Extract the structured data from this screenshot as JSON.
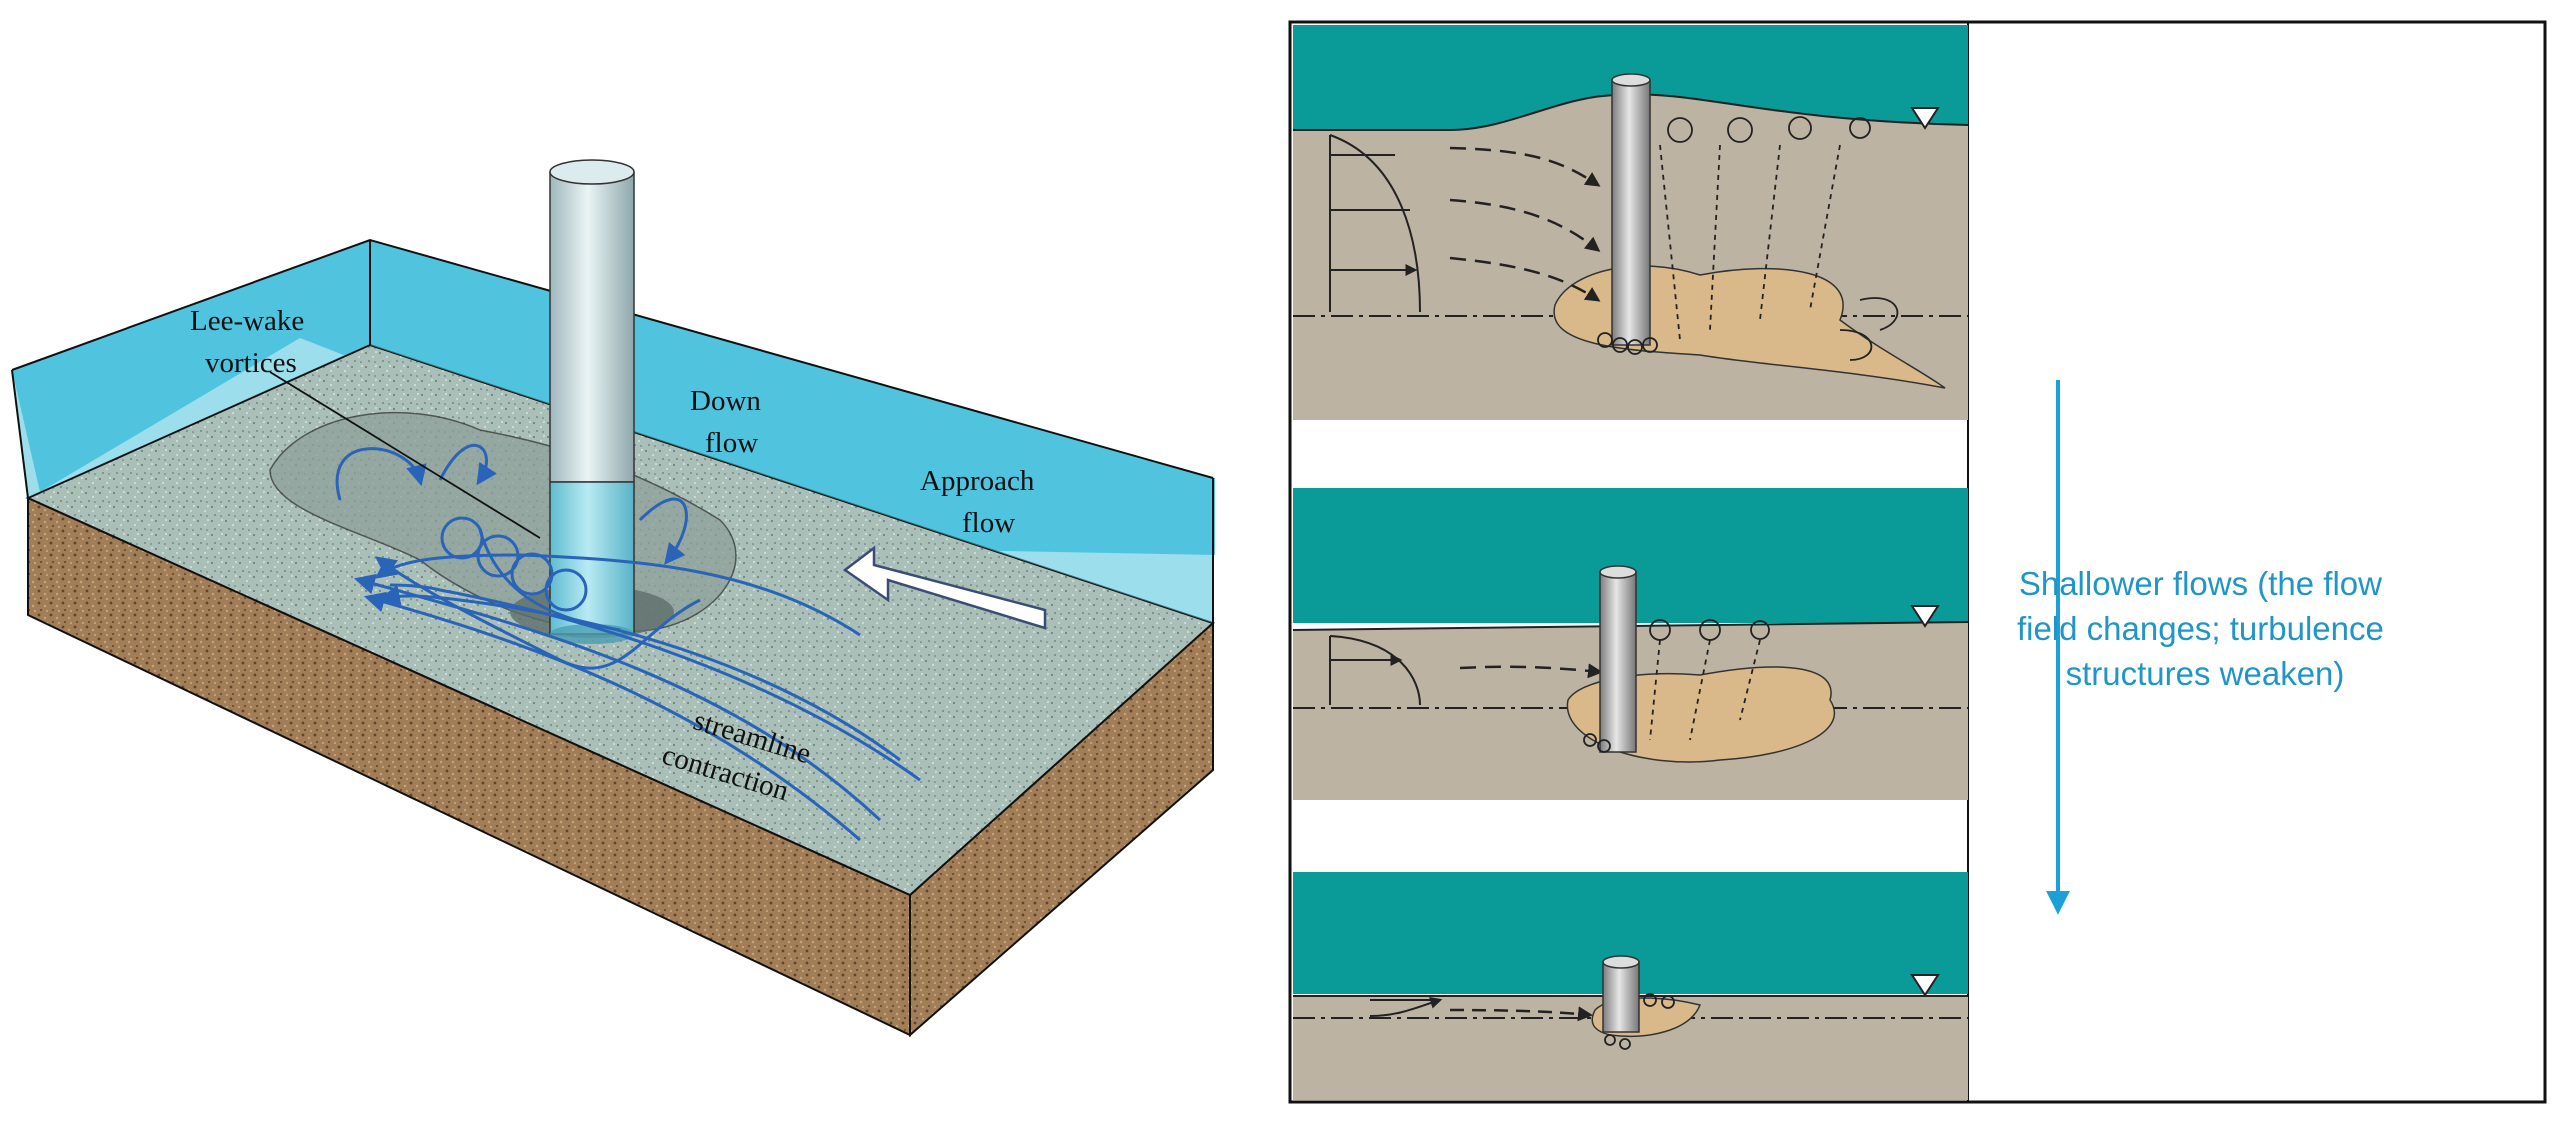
{
  "left_figure": {
    "labels": {
      "lee_wake_1": "Lee-wake",
      "lee_wake_2": "vortices",
      "down_flow_1": "Down",
      "down_flow_2": "flow",
      "approach_flow_1": "Approach",
      "approach_flow_2": "flow",
      "streamline_1": "streamline",
      "streamline_2": "contraction"
    },
    "colors": {
      "water": "#4cc3de",
      "bed": "#a9bfb8",
      "soil": "#a17e57",
      "pier": "#cfe2e6",
      "submerged_pier": "#8fd6e6",
      "flow_lines": "#2a64b8"
    }
  },
  "right_figure": {
    "caption": {
      "line1": "Shallower flows (the flow",
      "line2": "field changes; turbulence",
      "line3": "structures weaken)"
    },
    "colors": {
      "water": "#0a9a97",
      "bed": "#bcb3a2",
      "scour": "#d9b98a",
      "arrow": "#1ca1d6",
      "caption": "#1f95c8"
    },
    "panels": 3
  }
}
